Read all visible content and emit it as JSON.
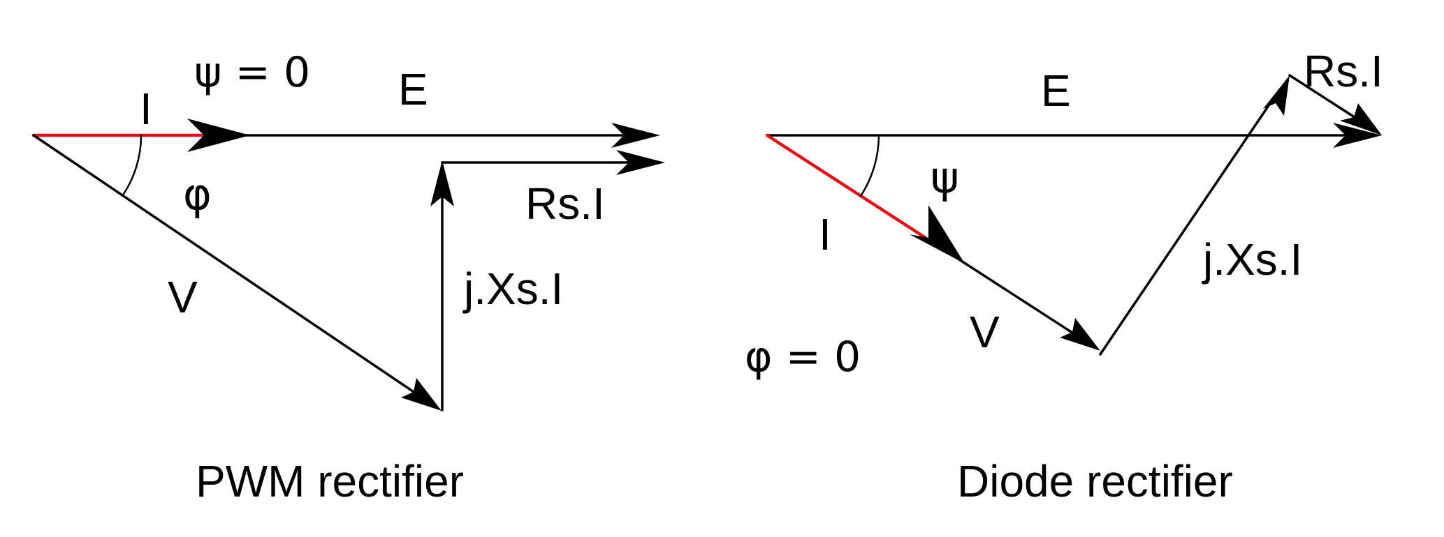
{
  "colors": {
    "current_vector": "#e0101a",
    "vector": "#000000",
    "background": "#ffffff"
  },
  "pwm": {
    "caption": "PWM rectifier",
    "psi_label": "ψ = 0",
    "current_label": "I",
    "emf_label": "E",
    "phi_label": "φ",
    "voltage_label": "V",
    "reactance_label": "j.Xs.I",
    "resistance_label": "Rs.I"
  },
  "diode": {
    "caption": "Diode rectifier",
    "emf_label": "E",
    "psi_label": "ψ",
    "current_label": "I",
    "voltage_label": "V",
    "reactance_label": "j.Xs.I",
    "resistance_label": "Rs.I",
    "phi_label": "φ = 0"
  }
}
